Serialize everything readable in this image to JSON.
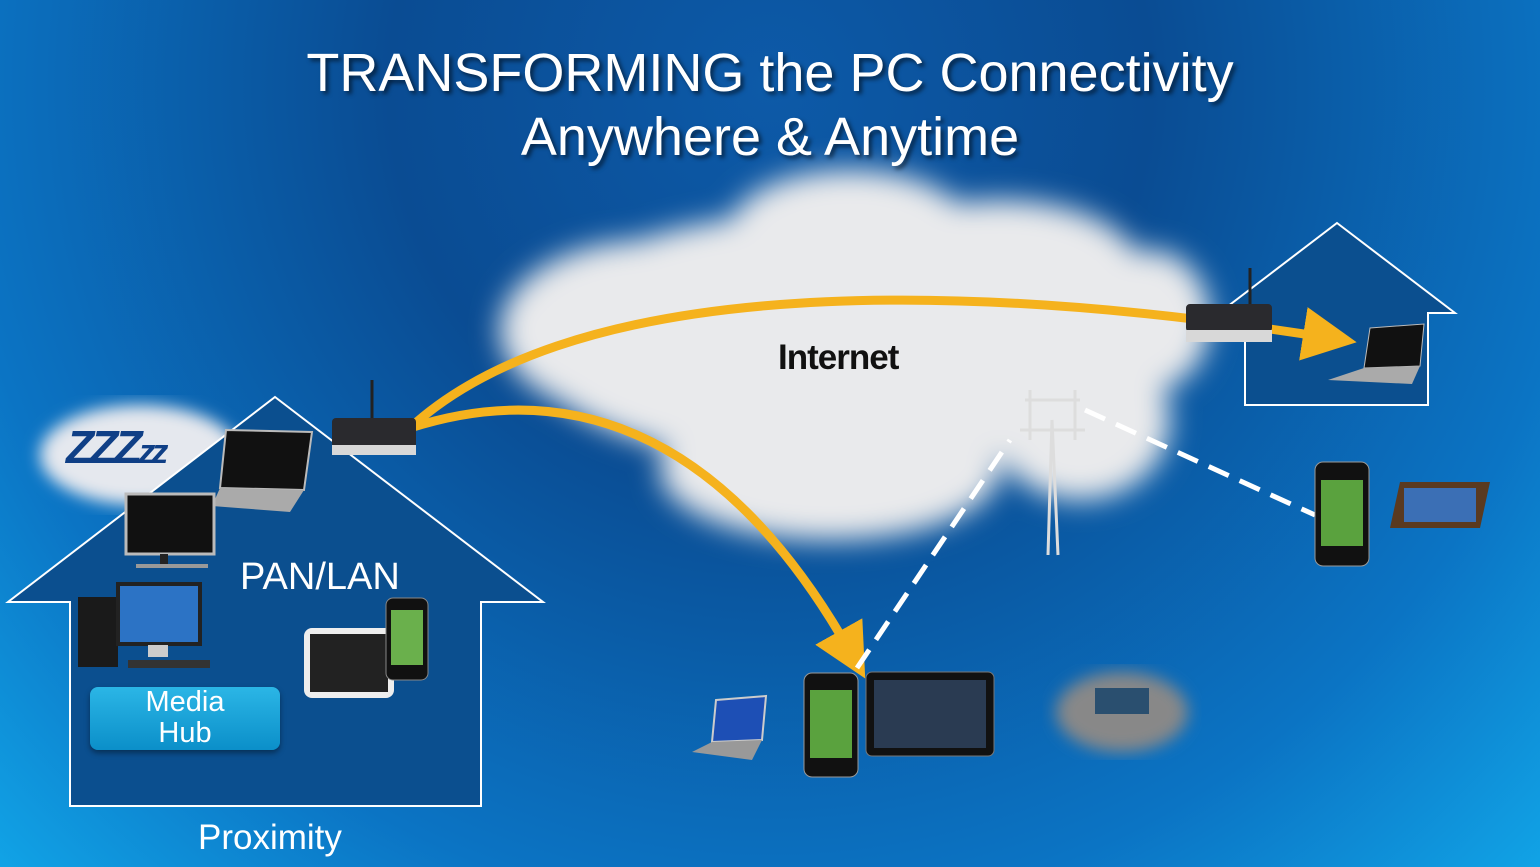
{
  "title": {
    "line1": "TRANSFORMING the PC Connectivity",
    "line2": "Anywhere & Anytime"
  },
  "labels": {
    "internet": "Internet",
    "pan_lan": "PAN/LAN",
    "proximity": "Proximity",
    "sleep": [
      "Z",
      "Z",
      "Z",
      "z",
      "z"
    ],
    "media_hub": {
      "line1": "Media",
      "line2": "Hub"
    }
  },
  "colors": {
    "arrow": "#f5b21d",
    "house": "#0b4f8f",
    "zzz": "#0f3f86"
  }
}
